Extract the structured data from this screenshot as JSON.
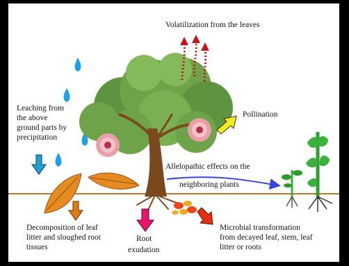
{
  "labels": {
    "volatilization": "Volatilization from the leaves",
    "leaching_1": "Leaching from",
    "leaching_2": "the above",
    "leaching_3": "ground parts by",
    "leaching_4": "precipitation",
    "pollination": "Pollination",
    "allelopathic_1": "Allelopathic effects on the",
    "allelopathic_2": "neighboring plants",
    "decomposition_1": "Decomposition of leaf",
    "decomposition_2": "litter and sloughed root",
    "decomposition_3": "tissues",
    "root_1": "Root",
    "root_2": "exudation",
    "microbial_1": "Microbial transformation",
    "microbial_2": "from decayed leaf, stem, leaf",
    "microbial_3": "litter or roots"
  },
  "colors": {
    "soil_line": "#b8742a",
    "canopy": "#6fa34a",
    "trunk": "#7a4a1e",
    "flower": "#e8a0a8",
    "rain": "#1ea0e6",
    "arrow_volatilization": "#c8151b",
    "arrow_leaching": "#1fa0d0",
    "arrow_pollination": "#f2ea1c",
    "arrow_allelopathic": "#3344dd",
    "arrow_decomposition": "#e07a15",
    "arrow_root": "#e8156e",
    "arrow_microbial": "#e63012",
    "leaf_litter": "#e68a22"
  }
}
